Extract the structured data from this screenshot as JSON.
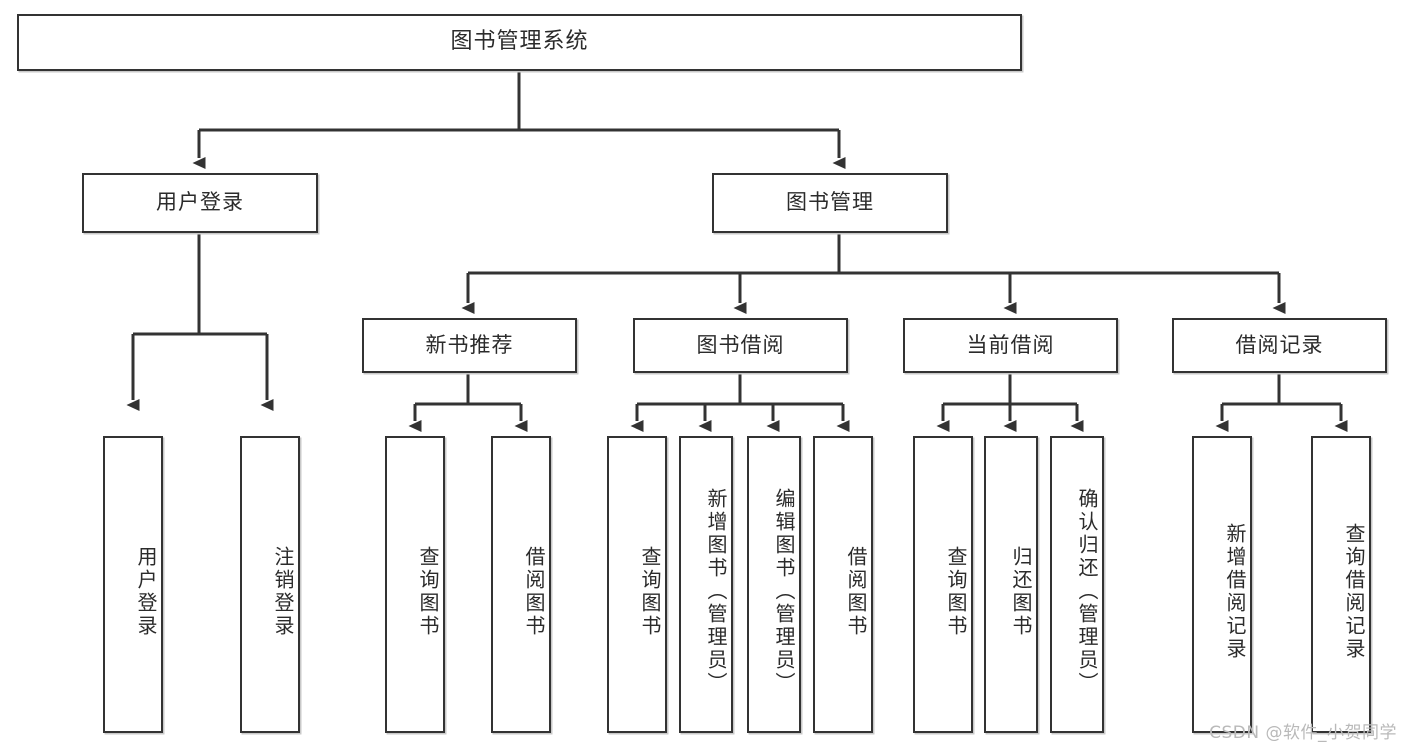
{
  "diagram": {
    "type": "tree-hierarchy-diagram",
    "title": "图书管理系统",
    "colors": {
      "background": "#ffffff",
      "box_border": "#333333",
      "box_fill": "#ffffff",
      "connector": "#333333",
      "shadow": "#c9c9c9",
      "text": "#2b2b2b",
      "watermark": "#b9b9b9"
    },
    "levels": {
      "root": {
        "label": "图书管理系统"
      },
      "level2": [
        {
          "id": "user-login",
          "label": "用户登录"
        },
        {
          "id": "book-management",
          "label": "图书管理"
        }
      ],
      "level3": [
        {
          "id": "new-book-recommend",
          "label": "新书推荐"
        },
        {
          "id": "book-borrow",
          "label": "图书借阅"
        },
        {
          "id": "current-borrow",
          "label": "当前借阅"
        },
        {
          "id": "borrow-record",
          "label": "借阅记录"
        }
      ],
      "leaves": {
        "user_login": [
          {
            "id": "leaf-user-login",
            "label": "用户登录"
          },
          {
            "id": "leaf-logout-login",
            "label": "注销登录"
          }
        ],
        "new_book_recommend": [
          {
            "id": "leaf-query-book-1",
            "label": "查询图书"
          },
          {
            "id": "leaf-borrow-book-1",
            "label": "借阅图书"
          }
        ],
        "book_borrow": [
          {
            "id": "leaf-query-book-2",
            "label": "查询图书"
          },
          {
            "id": "leaf-add-book",
            "label": "新增图书（管理员）"
          },
          {
            "id": "leaf-edit-book",
            "label": "编辑图书（管理员）"
          },
          {
            "id": "leaf-borrow-book-2",
            "label": "借阅图书"
          }
        ],
        "current_borrow": [
          {
            "id": "leaf-query-book-3",
            "label": "查询图书"
          },
          {
            "id": "leaf-return-book",
            "label": "归还图书"
          },
          {
            "id": "leaf-confirm-return",
            "label": "确认归还（管理员）"
          }
        ],
        "borrow_record": [
          {
            "id": "leaf-add-borrow-record",
            "label": "新增借阅记录"
          },
          {
            "id": "leaf-query-borrow-record",
            "label": "查询借阅记录"
          }
        ]
      }
    },
    "watermark": "CSDN @软件_小贺同学"
  }
}
